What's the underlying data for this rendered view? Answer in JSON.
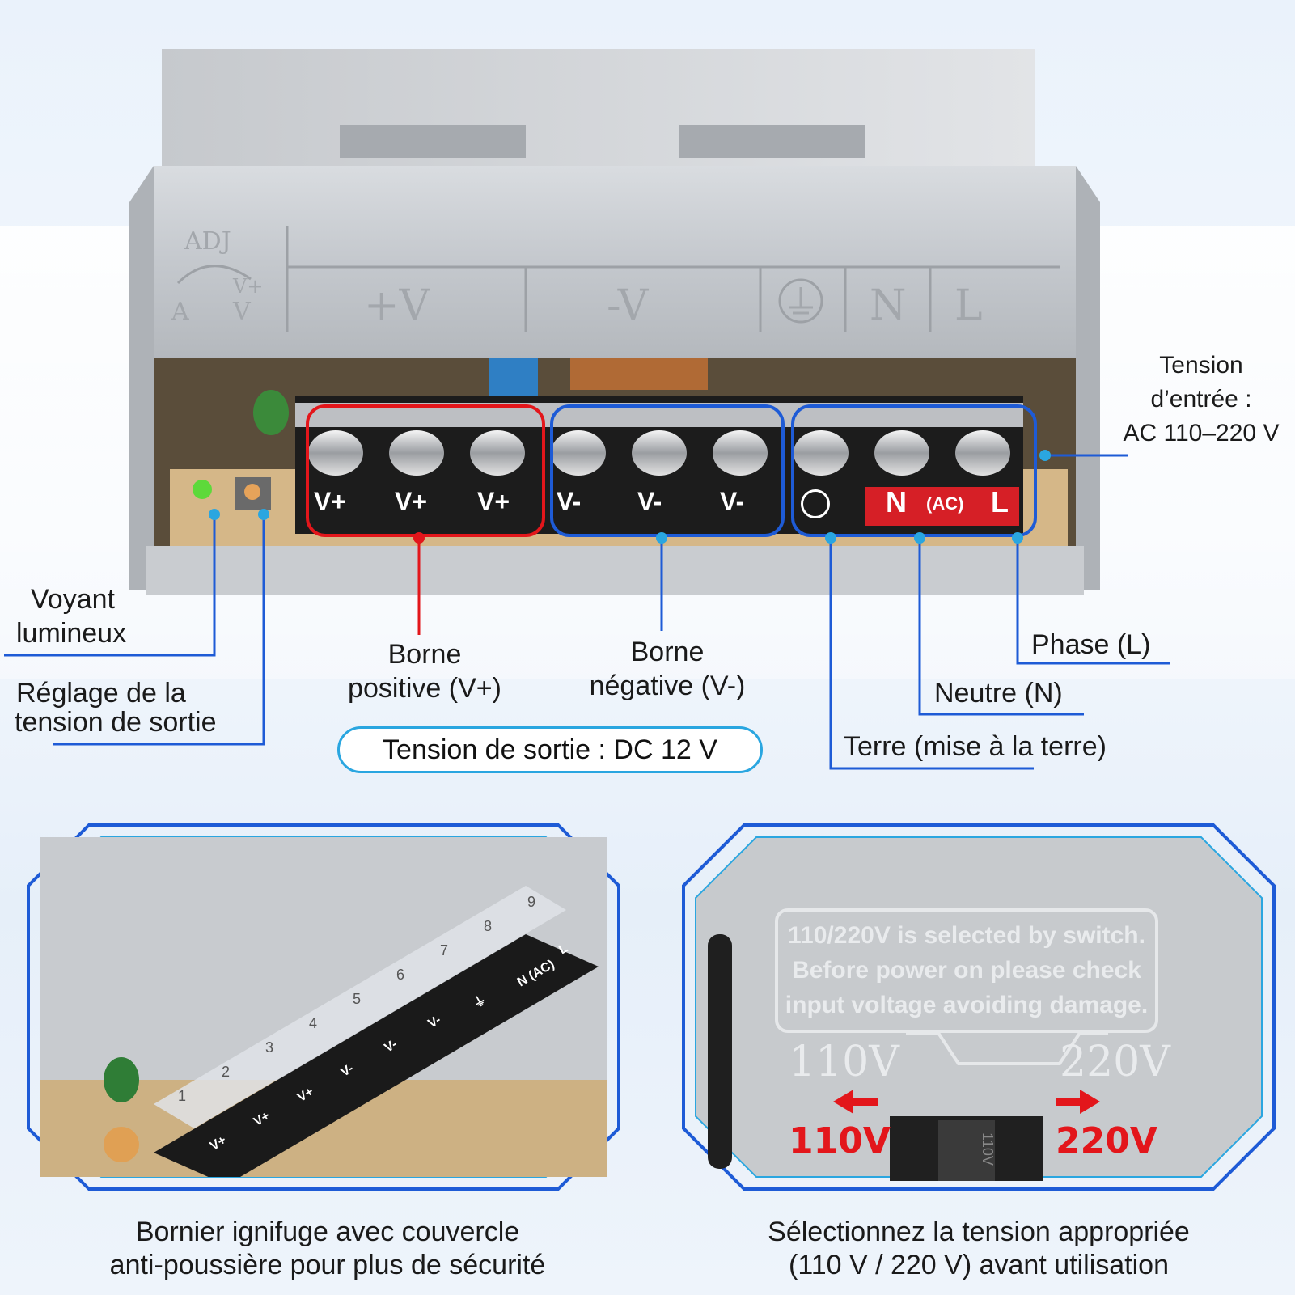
{
  "product": {
    "engraved": {
      "adj": "ADJ",
      "a": "A",
      "v_small": "V",
      "v_plus_small": "V+",
      "plus_v": "+V",
      "minus_v": "-V",
      "n": "N",
      "l": "L"
    },
    "terminals": {
      "vplus": [
        "V+",
        "V+",
        "V+"
      ],
      "vminus": [
        "V-",
        "V-",
        "V-"
      ],
      "n": "N",
      "ac": "(AC)",
      "l": "L"
    }
  },
  "labels": {
    "input_voltage_1": "Tension",
    "input_voltage_2": "d’entrée :",
    "input_voltage_3": "AC 110–220 V",
    "indicator_1": "Voyant",
    "indicator_2": "lumineux",
    "adjust_1": "Réglage de la",
    "adjust_2": "tension de sortie",
    "positive_1": "Borne",
    "positive_2": "positive (V+)",
    "negative_1": "Borne",
    "negative_2": "négative (V-)",
    "phase": "Phase (L)",
    "neutral": "Neutre (N)",
    "earth": "Terre (mise à la terre)",
    "output_voltage": "Tension de sortie : DC 12 V"
  },
  "panel_left": {
    "caption_1": "Bornier ignifuge avec couvercle",
    "caption_2": "anti-poussière pour plus de sécurité",
    "numbers": [
      "1",
      "2",
      "3",
      "4",
      "5",
      "6",
      "7",
      "8",
      "9"
    ],
    "labels": [
      "V+",
      "V+",
      "V+",
      "V-",
      "V-",
      "V-",
      "⏚",
      "N (AC)",
      "L"
    ]
  },
  "panel_right": {
    "engraving_1": "110/220V is selected by switch.",
    "engraving_2": "Before power on please check",
    "engraving_3": "input voltage avoiding damage.",
    "engraved_110": "110V",
    "engraved_220": "220V",
    "switch_left": "110V",
    "switch_right": "220V",
    "switch_text": "110V",
    "caption_1": "Sélectionnez la tension appropriée",
    "caption_2": "(110 V / 220 V) avant utilisation"
  },
  "colors": {
    "accent_blue": "#1e5bd6",
    "accent_cyan": "#2aa6e0",
    "accent_red": "#e3161b"
  }
}
